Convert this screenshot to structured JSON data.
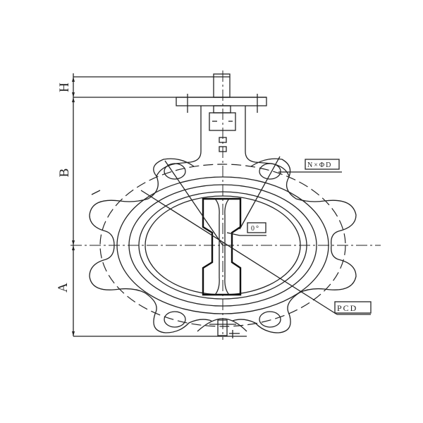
{
  "dimensions": {
    "h": "H",
    "b": "B",
    "a": "A"
  },
  "callouts": {
    "bolt_holes": "N×ΦD",
    "angle": "0°",
    "pcd": "PCD"
  }
}
